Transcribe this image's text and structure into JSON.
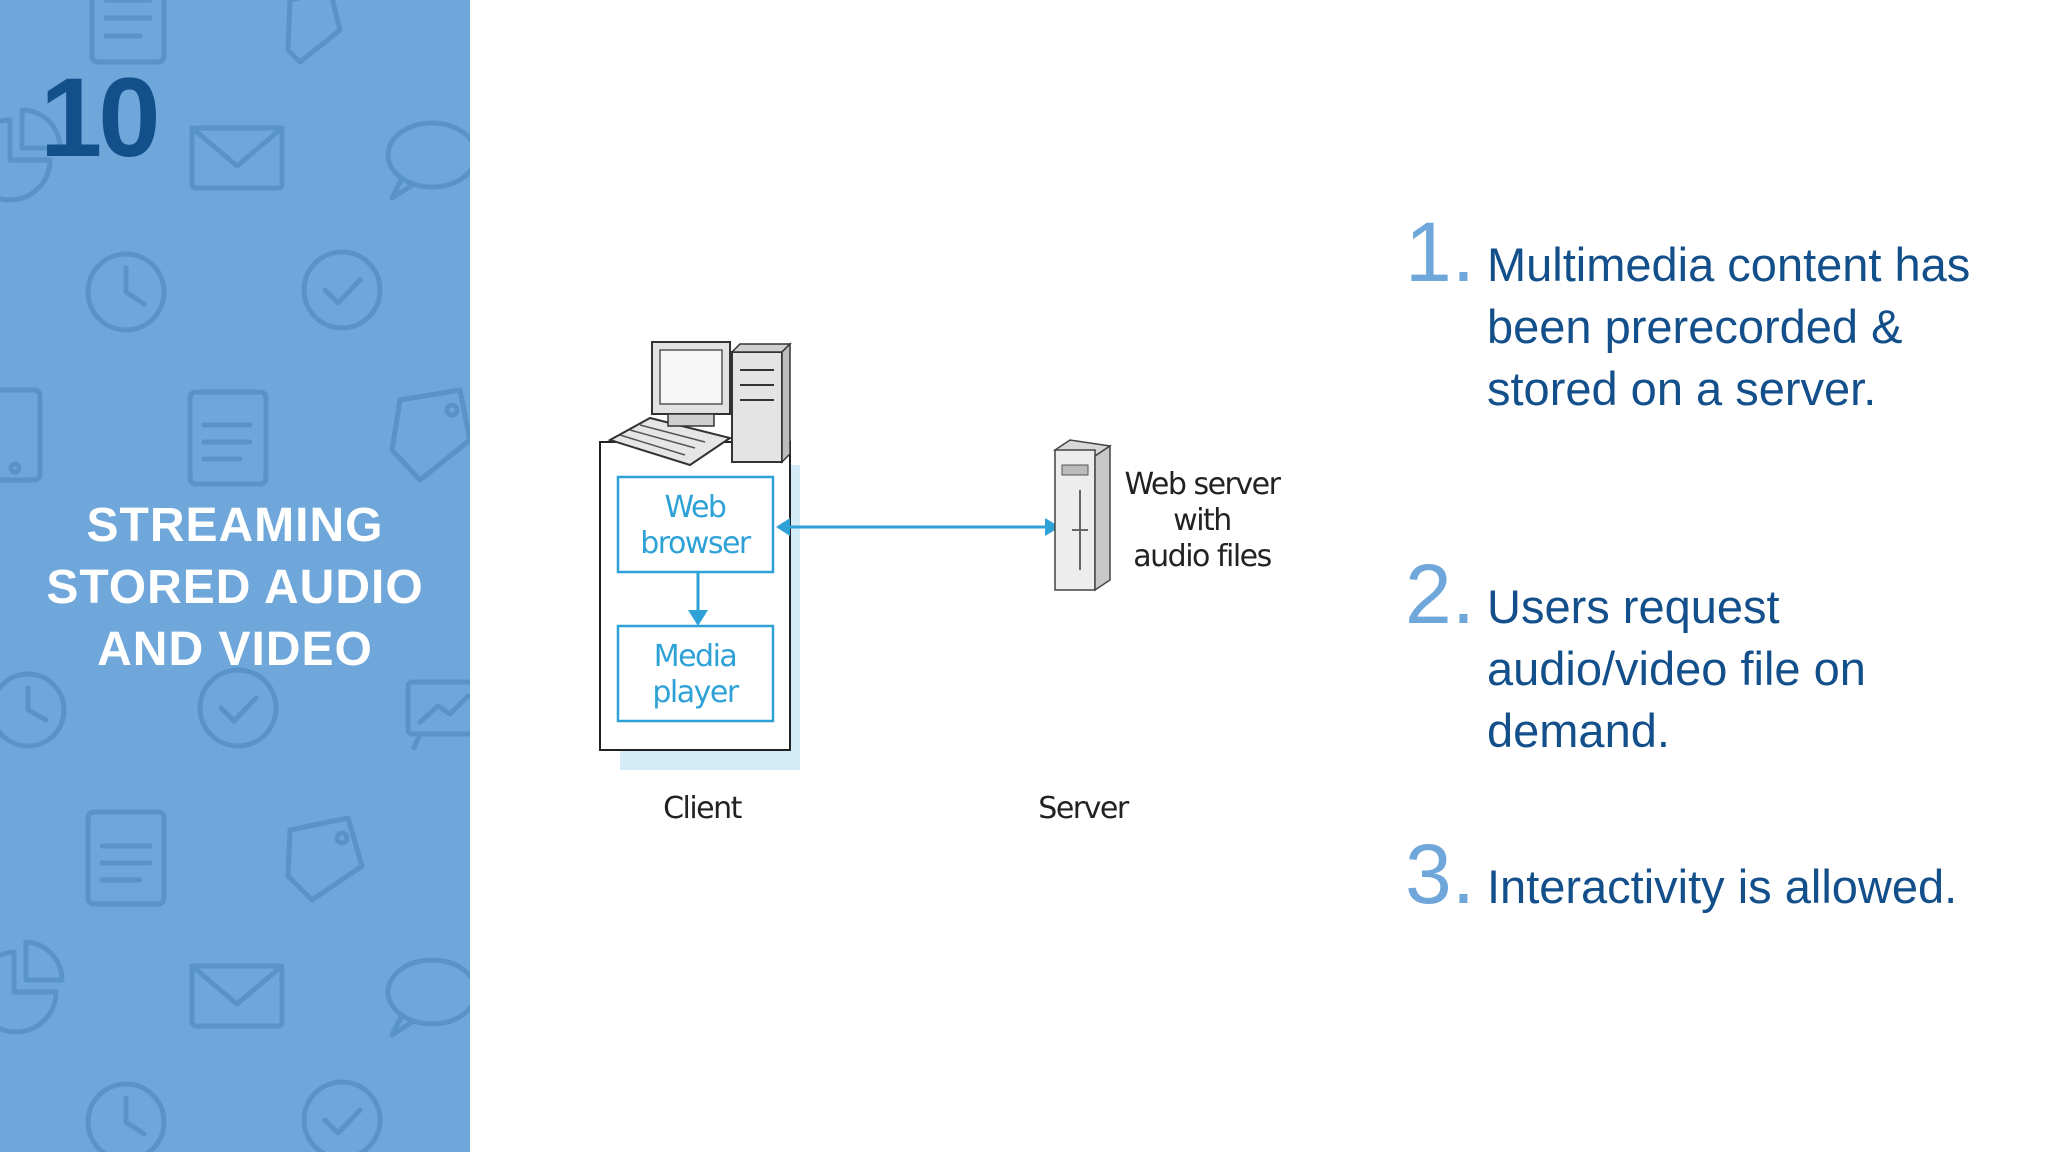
{
  "slide": {
    "number": "10",
    "title_lines": [
      "STREAMING",
      "STORED AUDIO",
      "AND VIDEO"
    ]
  },
  "diagram": {
    "client_label": "Client",
    "server_label": "Server",
    "browser_lines": [
      "Web",
      "browser"
    ],
    "player_lines": [
      "Media",
      "player"
    ],
    "server_caption_lines": [
      "Web server",
      "with",
      "audio files"
    ]
  },
  "points": [
    {
      "num": "1.",
      "text": "Multimedia content has been prerecorded & stored on a server."
    },
    {
      "num": "2.",
      "text": "Users request audio/video file on demand."
    },
    {
      "num": "3.",
      "text": "Interactivity is allowed."
    }
  ],
  "colors": {
    "sidebar_bg": "#6fa7da",
    "number_color": "#134f8a",
    "title_color": "#ffffff",
    "point_text": "#134f8a",
    "point_number": "#6fa7da",
    "diagram_accent": "#2ea1d6"
  },
  "icons": [
    "document-icon",
    "tag-icon",
    "mail-icon",
    "speech-bubble-icon",
    "clock-icon",
    "checkmark-circle-icon",
    "tablet-icon",
    "pie-chart-icon",
    "presentation-board-icon",
    "desktop-computer-icon",
    "server-tower-icon"
  ]
}
